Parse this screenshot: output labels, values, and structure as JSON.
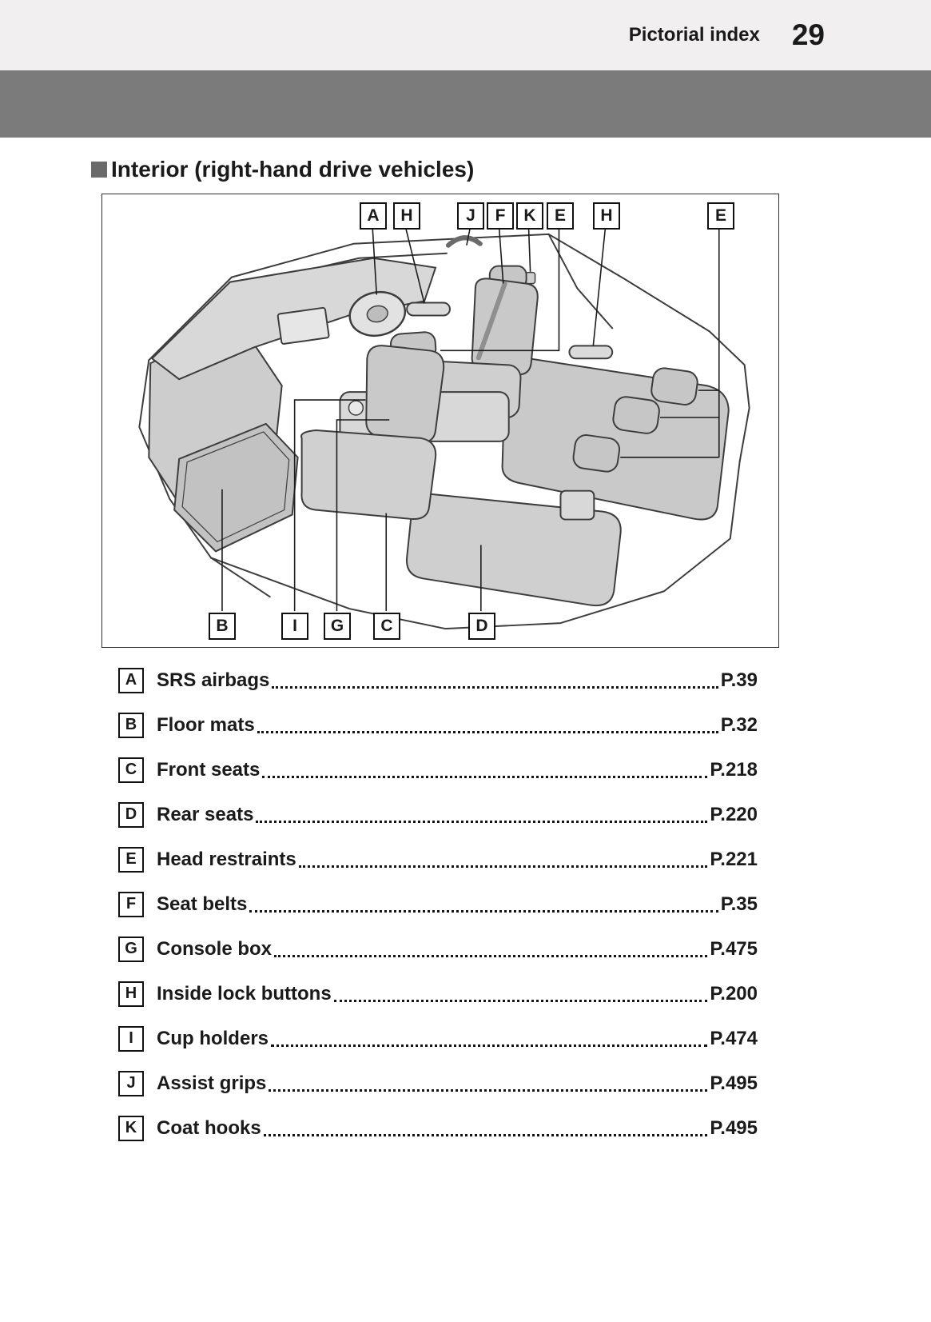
{
  "header": {
    "title": "Pictorial index",
    "page_number": "29"
  },
  "section": {
    "title": "Interior (right-hand drive vehicles)"
  },
  "diagram": {
    "top_labels": [
      "A",
      "H",
      "J",
      "F",
      "K",
      "E",
      "H",
      "E"
    ],
    "bottom_labels": [
      "B",
      "I",
      "G",
      "C",
      "D"
    ]
  },
  "index": [
    {
      "key": "A",
      "label": "SRS airbags",
      "page": "P.39"
    },
    {
      "key": "B",
      "label": "Floor mats",
      "page": "P.32"
    },
    {
      "key": "C",
      "label": "Front seats",
      "page": "P.218"
    },
    {
      "key": "D",
      "label": "Rear seats",
      "page": "P.220"
    },
    {
      "key": "E",
      "label": "Head restraints",
      "page": "P.221"
    },
    {
      "key": "F",
      "label": "Seat belts",
      "page": "P.35"
    },
    {
      "key": "G",
      "label": "Console box",
      "page": "P.475"
    },
    {
      "key": "H",
      "label": "Inside lock buttons",
      "page": "P.200"
    },
    {
      "key": "I",
      "label": "Cup holders",
      "page": "P.474"
    },
    {
      "key": "J",
      "label": "Assist grips",
      "page": "P.495"
    },
    {
      "key": "K",
      "label": "Coat hooks",
      "page": "P.495"
    }
  ],
  "colors": {
    "header_bg": "#f1efef",
    "band": "#7b7b7b",
    "text": "#1a1a1a"
  }
}
